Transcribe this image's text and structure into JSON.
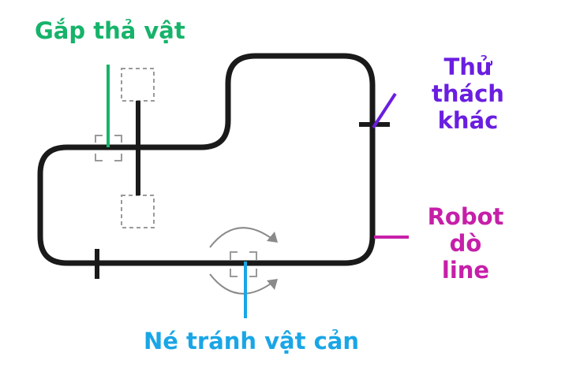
{
  "labels": {
    "grip": "Gắp thả vật",
    "other_challenge": "Thử thách\nkhác",
    "robot_line": "Robot\ndò line",
    "obstacle_avoid": "Né tránh vật cản"
  },
  "colors": {
    "track": "#1a1a1a",
    "grip": "#16b36a",
    "other_challenge": "#6a1ee0",
    "robot_line": "#c61fa9",
    "obstacle_avoid": "#1aa6e6",
    "dashed_box": "#9a9a9a",
    "arrow": "#8a8a8a"
  }
}
